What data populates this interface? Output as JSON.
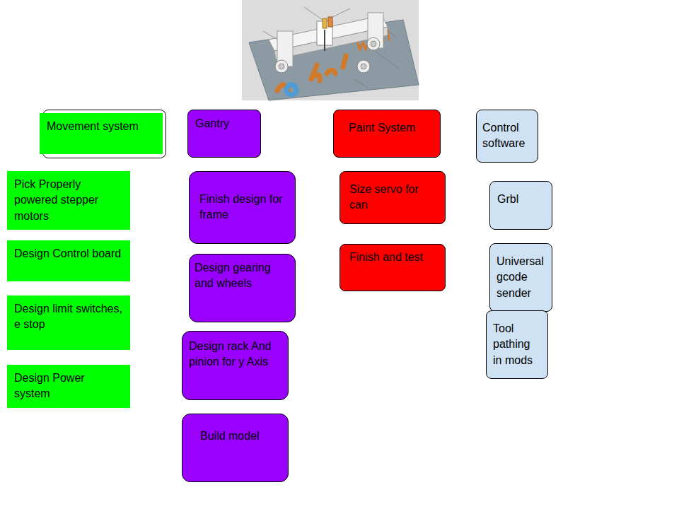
{
  "diagram": {
    "nodes": [
      {
        "text": [
          "Movement system"
        ]
      },
      {
        "text": [
          "Pick Properly powered stepper motors"
        ]
      },
      {
        "text": [
          "Design Control board"
        ]
      },
      {
        "text": [
          "Design limit switches, e stop"
        ]
      },
      {
        "text": [
          "Design Power system"
        ]
      },
      {
        "text": [
          "Gantry"
        ]
      },
      {
        "text": [
          "Finish design for frame"
        ]
      },
      {
        "text": [
          "Design gearing and wheels"
        ]
      },
      {
        "text": [
          "Design rack And pinion for y Axis"
        ]
      },
      {
        "text": [
          "Build model"
        ]
      },
      {
        "text": [
          "Paint System"
        ]
      },
      {
        "text": [
          "Size servo for can"
        ]
      },
      {
        "text": [
          "Finish and test"
        ]
      },
      {
        "text": [
          "Control software"
        ]
      },
      {
        "text": [
          "Grbl"
        ]
      },
      {
        "text": [
          "Universal gcode sender"
        ]
      },
      {
        "text": [
          "Tool pathing in mods"
        ]
      }
    ]
  }
}
